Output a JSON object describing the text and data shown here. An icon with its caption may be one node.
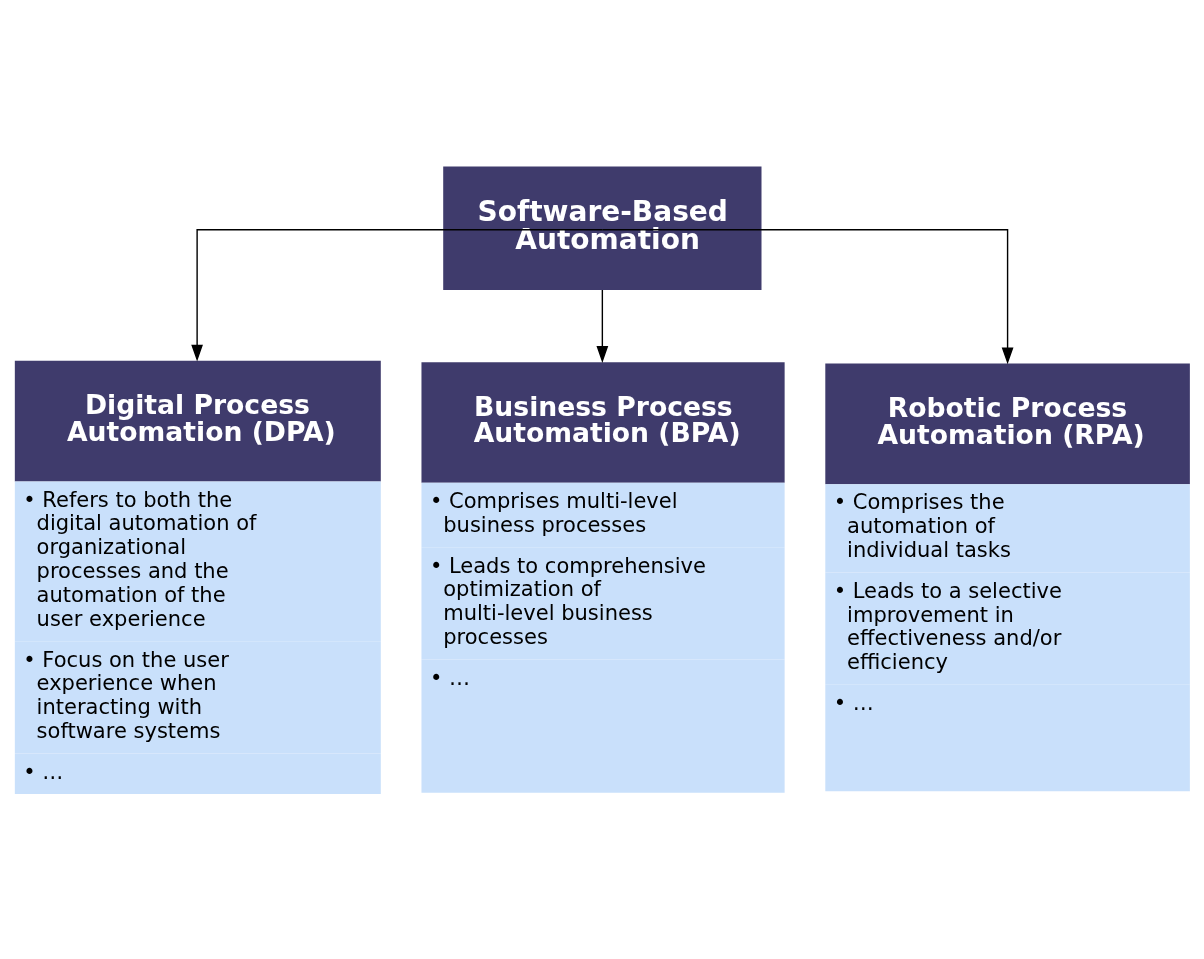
{
  "diagram": {
    "nodes": [
      {
        "text": [
          "Software-Based Automation"
        ]
      },
      {
        "text": [
          "Digital Process Automation (DPA)",
          "• Refers to both the digital automation of organizational processes and the automation of the user experience",
          "• Focus on the user experience when interacting with software systems",
          "• …"
        ]
      },
      {
        "text": [
          "Business Process Automation (BPA)",
          "• Comprises multi-level business processes",
          "• Leads to comprehensive optimization of multi-level business processes",
          "• …"
        ]
      },
      {
        "text": [
          "Robotic Process Automation (RPA)",
          "• Comprises the automation of individual tasks",
          "• Leads to a selective improvement in effectiveness and/or efficiency",
          "• …"
        ]
      }
    ],
    "edges": [
      {
        "from": 0,
        "to": 1,
        "arrow": "to"
      },
      {
        "from": 0,
        "to": 2,
        "arrow": "to"
      },
      {
        "from": 0,
        "to": 3,
        "arrow": "to"
      }
    ]
  }
}
